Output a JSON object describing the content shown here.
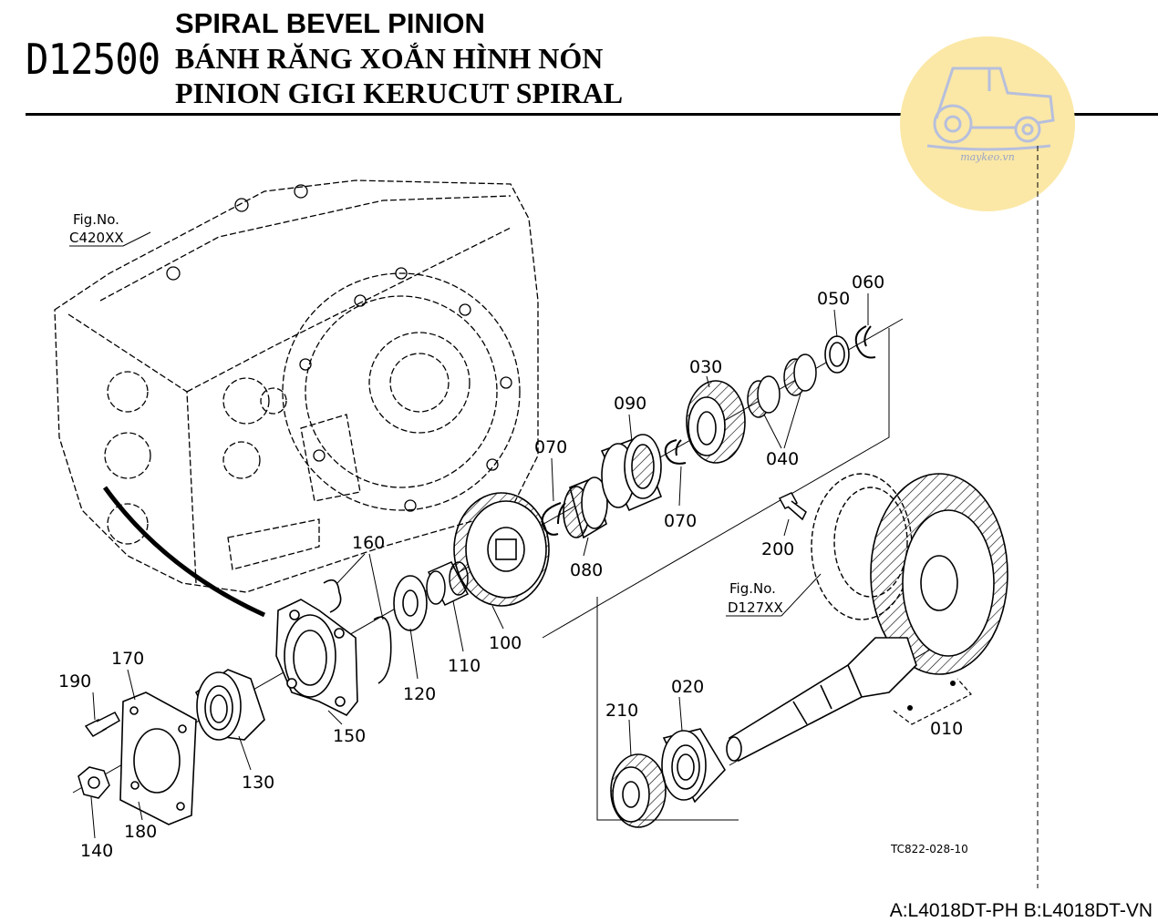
{
  "header": {
    "code": "D12500",
    "title_en": "SPIRAL BEVEL PINION",
    "title_vi": "BÁNH RĂNG XOẮN HÌNH NÓN",
    "title_id": "PINION GIGI KERUCUT SPIRAL"
  },
  "watermark": {
    "text": "maykeo.vn",
    "icon": "tractor-icon",
    "color": "#fbe8a6"
  },
  "figure_refs": {
    "housing": "Fig.No.\nC420XX",
    "housing_line1": "Fig.No.",
    "housing_line2": "C420XX",
    "gear_line1": "Fig.No.",
    "gear_line2": "D127XX"
  },
  "parts": {
    "p010": "010",
    "p020": "020",
    "p030": "030",
    "p040": "040",
    "p050": "050",
    "p060": "060",
    "p070a": "070",
    "p070b": "070",
    "p080": "080",
    "p090": "090",
    "p100": "100",
    "p110": "110",
    "p120": "120",
    "p130": "130",
    "p140": "140",
    "p150": "150",
    "p160": "160",
    "p170": "170",
    "p180": "180",
    "p190": "190",
    "p200": "200",
    "p210": "210"
  },
  "drawing_ref": "TC822-028-10",
  "footer": {
    "models": "A:L4018DT-PH B:L4018DT-VN"
  }
}
